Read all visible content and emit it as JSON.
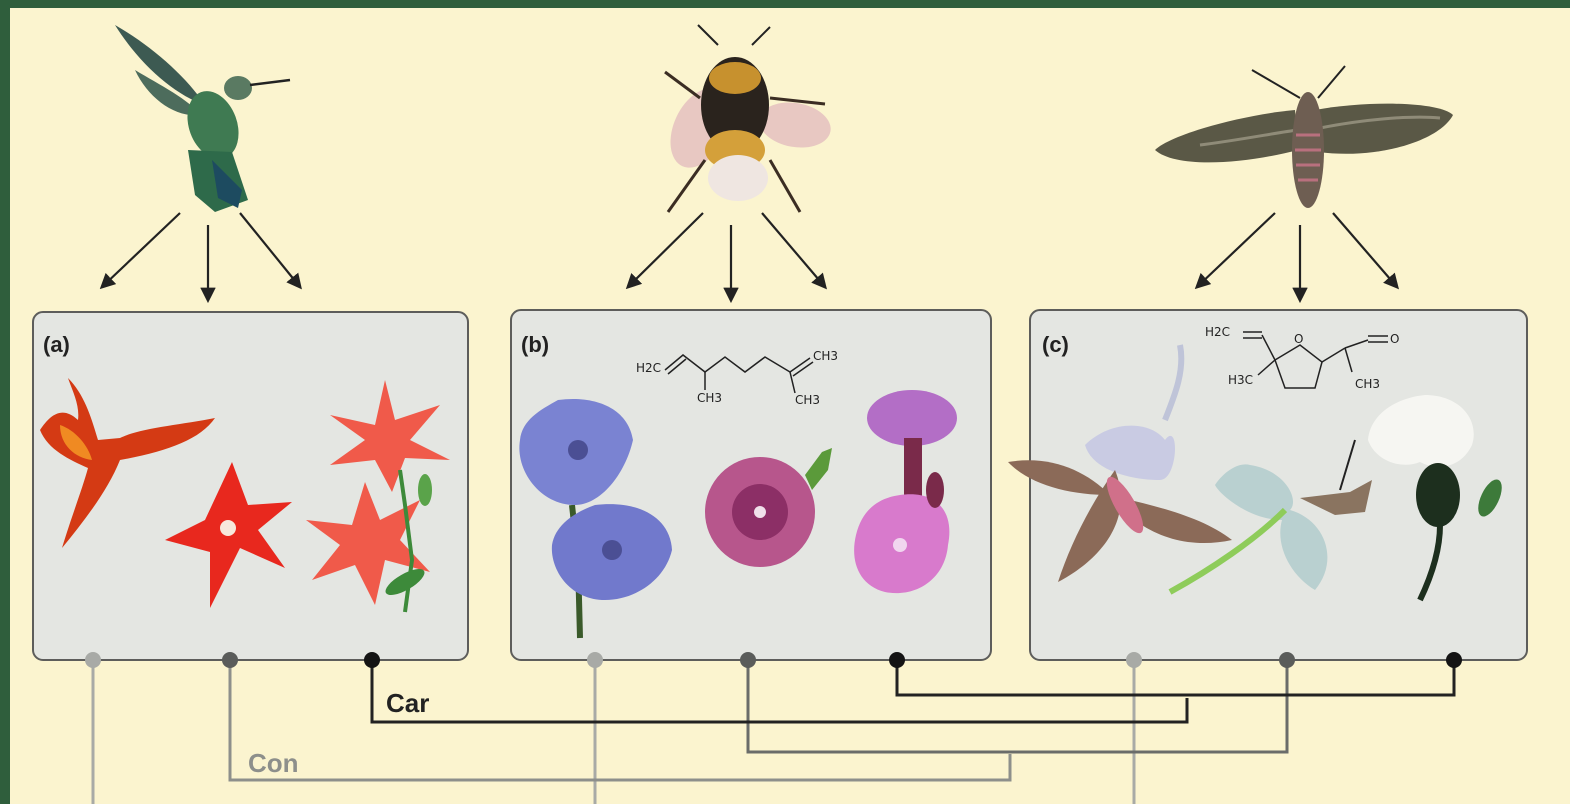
{
  "panels": [
    {
      "label": "(a)"
    },
    {
      "label": "(b)"
    },
    {
      "label": "(c)"
    }
  ],
  "chem_b": {
    "atoms": [
      "H2C",
      "CH3",
      "CH3",
      "CH3"
    ]
  },
  "chem_c": {
    "atoms": [
      "H2C",
      "O",
      "O",
      "H3C",
      "CH3"
    ]
  },
  "links": {
    "car_label": "Car",
    "con_label": "Con"
  },
  "colors": {
    "background": "#fbf4cf",
    "frame": "#2f5e3c",
    "panel": "#e4e6e2",
    "dot_light": "#a8aaa6",
    "dot_mid": "#5a5c5a",
    "dot_dark": "#141414",
    "car_line": "#222222",
    "con_line": "#8d8f8b"
  },
  "icons": {
    "pollinators": [
      "hummingbird-icon",
      "bumblebee-icon",
      "hawkmoth-icon"
    ],
    "flowers_a": [
      "orange-tubular-flower-icon",
      "red-star-flower-icon",
      "coral-star-flowers-icon"
    ],
    "flowers_b": [
      "blue-larkspur-flower-icon",
      "purple-petunia-flower-icon",
      "pink-catchfly-flower-icon"
    ],
    "flowers_c": [
      "pale-tobacco-flower-with-moth-icon",
      "pale-blue-flower-with-moth-icon",
      "white-flower-icon"
    ]
  }
}
